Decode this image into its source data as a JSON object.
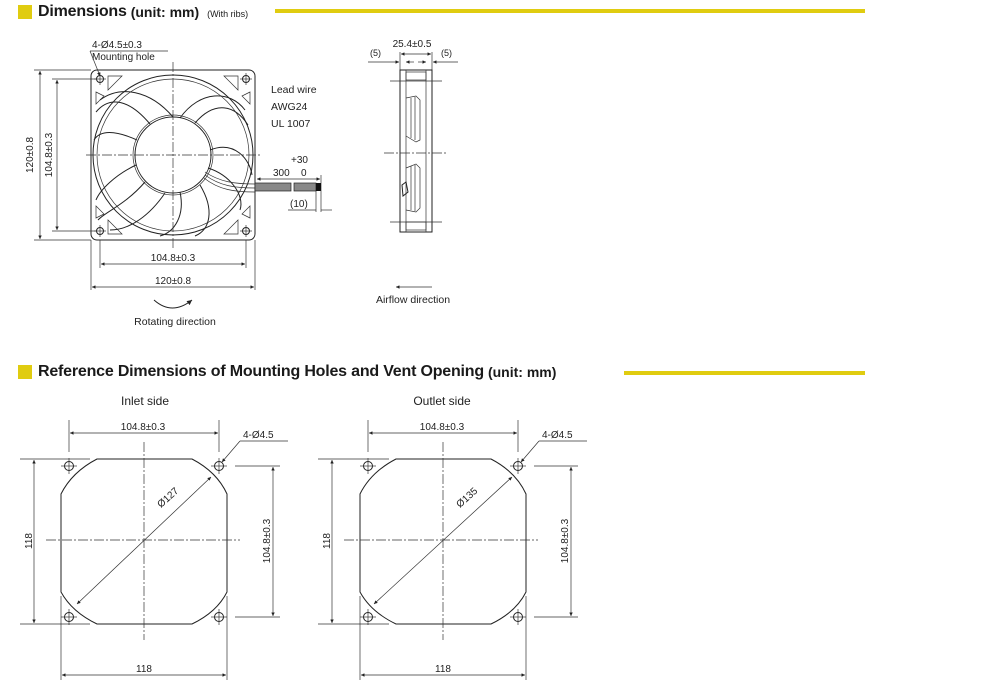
{
  "colors": {
    "accent": "#e0cc10",
    "line": "#222222",
    "background": "#ffffff"
  },
  "section1": {
    "title": "Dimensions",
    "unit": "(unit: mm)",
    "note": "(With ribs)",
    "front_view": {
      "mounting_hole_spec": "4-Ø4.5±0.3",
      "mounting_hole_label": "Mounting hole",
      "height_outer": "120±0.8",
      "height_hole_pitch": "104.8±0.3",
      "width_hole_pitch": "104.8±0.3",
      "width_outer": "120±0.8",
      "rotation_label": "Rotating direction"
    },
    "lead_wire": {
      "label": "Lead wire",
      "gauge": "AWG24",
      "standard": "UL 1007",
      "length_tol_upper": "+30",
      "length": "300",
      "length_tol_lower": "0",
      "strip_length": "(10)"
    },
    "side_view": {
      "depth": "25.4±0.5",
      "left_offset": "(5)",
      "right_offset": "(5)",
      "airflow_label": "Airflow direction"
    }
  },
  "section2": {
    "title": "Reference Dimensions of Mounting Holes and Vent Opening",
    "unit": "(unit: mm)",
    "inlet": {
      "label": "Inlet side",
      "hole_pitch_h": "104.8±0.3",
      "hole_spec": "4-Ø4.5",
      "vent_diameter": "Ø127",
      "height": "118",
      "hole_pitch_v": "104.8±0.3",
      "width": "118"
    },
    "outlet": {
      "label": "Outlet side",
      "hole_pitch_h": "104.8±0.3",
      "hole_spec": "4-Ø4.5",
      "vent_diameter": "Ø135",
      "height": "118",
      "hole_pitch_v": "104.8±0.3",
      "width": "118"
    }
  }
}
